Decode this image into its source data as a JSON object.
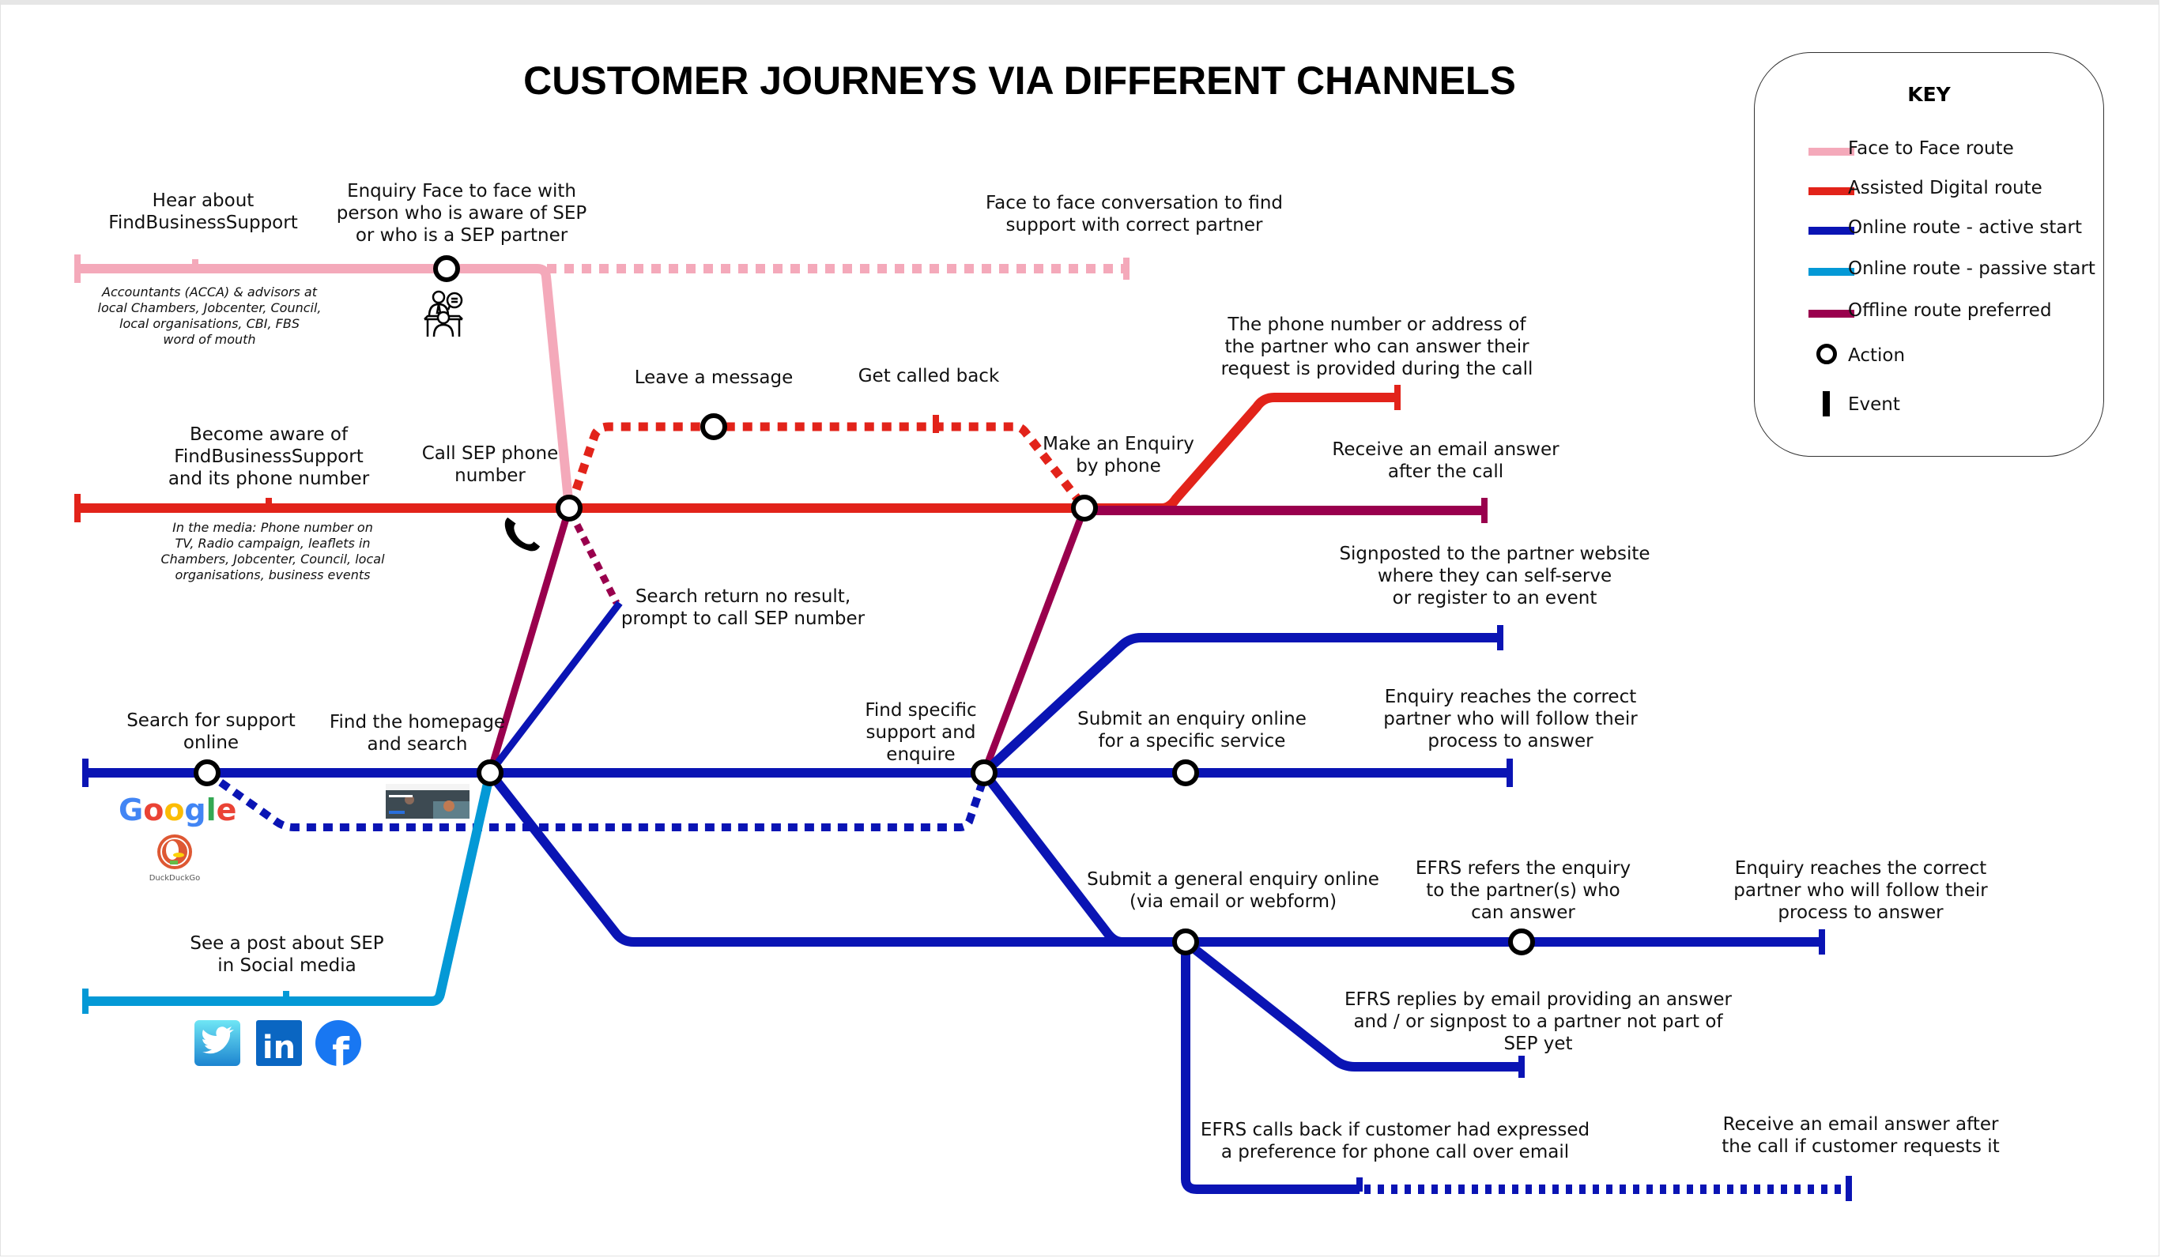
{
  "title": "CUSTOMER JOURNEYS VIA DIFFERENT CHANNELS",
  "colors": {
    "face_to_face": "#F4A9BA",
    "assisted_digital": "#E2231A",
    "online_active": "#0A14B4",
    "online_passive": "#0499D6",
    "offline_preferred": "#99004D",
    "node_stroke": "#000000"
  },
  "key": {
    "title": "KEY",
    "items": [
      {
        "label": "Face to Face route",
        "type": "line",
        "color": "#F4A9BA"
      },
      {
        "label": "Assisted Digital route",
        "type": "line",
        "color": "#E2231A"
      },
      {
        "label": "Online route - active start",
        "type": "line",
        "color": "#0A14B4"
      },
      {
        "label": "Online route - passive start",
        "type": "line",
        "color": "#0499D6"
      },
      {
        "label": "Offline route preferred",
        "type": "line",
        "color": "#99004D"
      },
      {
        "label": "Action",
        "type": "action"
      },
      {
        "label": "Event",
        "type": "event"
      }
    ]
  },
  "labels": {
    "hear_about": "Hear about\nFindBusinessSupport",
    "enquiry_f2f": "Enquiry Face to face with\nperson who is aware of SEP\nor who is a SEP partner",
    "f2f_conversation": "Face to face conversation to find\nsupport with correct partner",
    "f2f_note": "Accountants (ACCA) & advisors at\nlocal Chambers, Jobcenter, Council,\nlocal organisations, CBI, FBS\nword of mouth",
    "become_aware": "Become aware of\nFindBusinessSupport\nand its phone number",
    "call_sep": "Call SEP phone\nnumber",
    "media_note": "In the media: Phone number on\nTV, Radio campaign, leaflets in\nChambers, Jobcenter, Council, local\norganisations, business events",
    "leave_message": "Leave a message",
    "get_called_back": "Get called back",
    "make_enquiry_phone": "Make an Enquiry\nby phone",
    "phone_number_provided": "The phone number or address of\nthe partner who can answer their\nrequest is provided during the call",
    "receive_email_after_call": "Receive an email answer\nafter the call",
    "search_no_result": "Search return no result,\nprompt to call SEP number",
    "signposted": "Signposted to the partner website\nwhere they can self-serve\nor register to an event",
    "search_online": "Search for support\nonline",
    "find_homepage": "Find the homepage\nand search",
    "find_specific": "Find specific\nsupport and\nenquire",
    "submit_specific": "Submit an enquiry online\nfor a specific service",
    "enquiry_reaches_1": "Enquiry reaches the correct\npartner who will follow their\nprocess to answer",
    "social_post": "See a post about SEP\nin Social media",
    "submit_general": "Submit a general enquiry online\n(via email or webform)",
    "efrs_refers": "EFRS refers the enquiry\nto the partner(s) who\ncan answer",
    "enquiry_reaches_2": "Enquiry reaches the correct\npartner who will follow their\nprocess to answer",
    "efrs_replies": "EFRS replies by email providing an answer\nand / or signpost to a partner not part of\nSEP yet",
    "efrs_calls_back": "EFRS calls back if customer had expressed\na preference for phone call over email",
    "receive_email_if_requested": "Receive an email answer after\nthe call if customer requests it"
  },
  "logos": {
    "google": "Google",
    "duckduckgo": "DuckDuckGo",
    "linkedin": "in",
    "facebook": "f"
  },
  "icons": [
    "face-to-face-meeting-icon",
    "phone-icon",
    "homepage-screenshot-thumbnail",
    "google-logo",
    "duckduckgo-logo",
    "twitter-icon",
    "linkedin-icon",
    "facebook-icon"
  ]
}
